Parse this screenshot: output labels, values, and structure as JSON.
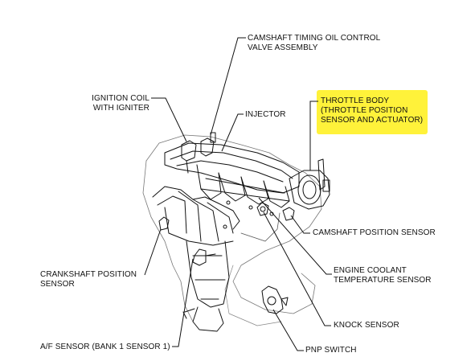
{
  "labels": {
    "camshaft_timing": [
      "CAMSHAFT TIMING OIL CONTROL",
      "VALVE ASSEMBLY"
    ],
    "ignition_coil": [
      "IGNITION COIL",
      "WITH IGNITER"
    ],
    "injector": [
      "INJECTOR"
    ],
    "throttle_body": [
      "THROTTLE BODY",
      "(THROTTLE POSITION",
      "SENSOR AND ACTUATOR)"
    ],
    "camshaft_position": [
      "CAMSHAFT POSITION SENSOR"
    ],
    "crankshaft_position": [
      "CRANKSHAFT POSITION",
      "SENSOR"
    ],
    "engine_coolant": [
      "ENGINE COOLANT",
      "TEMPERATURE SENSOR"
    ],
    "knock_sensor": [
      "KNOCK SENSOR"
    ],
    "af_sensor": [
      "A/F SENSOR (BANK 1 SENSOR 1)"
    ],
    "pnp_switch": [
      "PNP SWITCH"
    ]
  },
  "highlight_color": "#fff23a",
  "line_color": "#111111"
}
